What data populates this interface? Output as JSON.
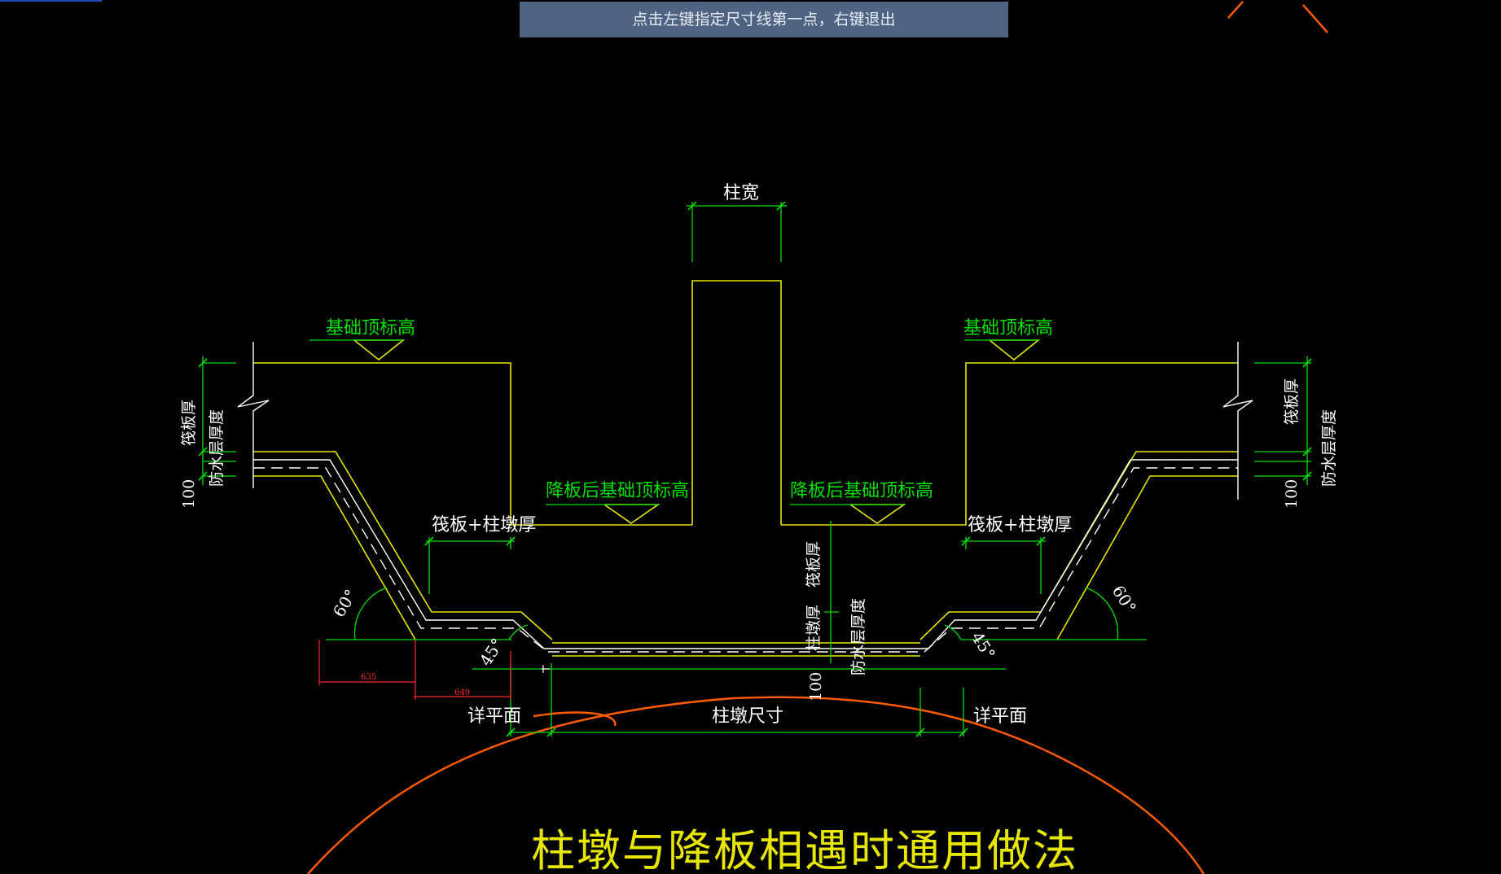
{
  "prompt": {
    "text": "点击左键指定尺寸线第一点，右键退出"
  },
  "labels": {
    "column_width": "柱宽",
    "foundation_top_left": "基础顶标高",
    "foundation_top_right": "基础顶标高",
    "lowered_top_left": "降板后基础顶标高",
    "lowered_top_right": "降板后基础顶标高",
    "raft_pier_left": "筏板+柱墩厚",
    "raft_pier_right": "筏板+柱墩厚",
    "raft_thick_left": "筏板厚",
    "raft_thick_right": "筏板厚",
    "raft_thick_center": "筏板厚",
    "waterproof_left": "防水层厚度",
    "waterproof_right": "防水层厚度",
    "waterproof_center": "防水层厚度",
    "pier_thick_center": "柱墩厚",
    "dim_100_left": "100",
    "dim_100_right": "100",
    "dim_100_center": "100",
    "angle_60_left": "60°",
    "angle_60_right": "60°",
    "angle_45_left": "45°",
    "angle_45_right": "45°",
    "detail_left": "详平面",
    "detail_right": "详平面",
    "pier_size": "柱墩尺寸",
    "dim_635": "635",
    "dim_649": "649",
    "title": "柱墩与降板相遇时通用做法"
  },
  "colors": {
    "background": "#000000",
    "yellow": "#e6e600",
    "green": "#00e000",
    "white": "#ffffff",
    "red": "#ff2a2a",
    "orange": "#ff5a00",
    "prompt_bg": "#4f6482"
  }
}
